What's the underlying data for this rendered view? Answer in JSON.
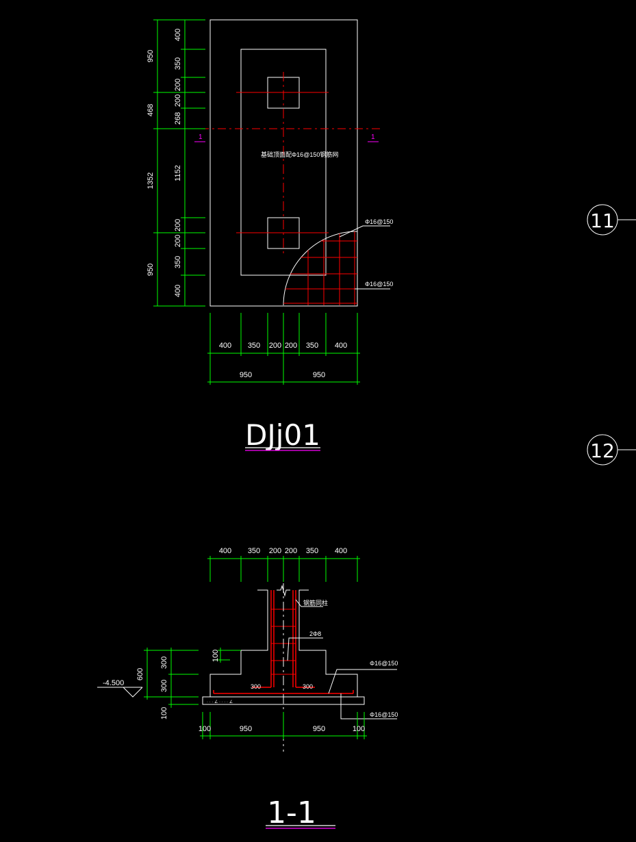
{
  "plan": {
    "title": "DJj01",
    "vertical_dims_outer": [
      "950",
      "468",
      "1352",
      "950"
    ],
    "vertical_dims_inner": [
      "400",
      "350",
      "200",
      "200",
      "268",
      "1152",
      "200",
      "200",
      "350",
      "400"
    ],
    "horizontal_dims_inner": [
      "400",
      "350",
      "200",
      "200",
      "350",
      "400"
    ],
    "horizontal_dims_outer": [
      "950",
      "950"
    ],
    "section_mark": "1",
    "note": "基础顶面配Φ16@150钢筋网",
    "rebar_label_top": "Φ16@150",
    "rebar_label_bottom": "Φ16@150"
  },
  "section": {
    "title": "1-1",
    "top_dims": [
      "400",
      "350",
      "200",
      "200",
      "350",
      "400"
    ],
    "bottom_dims": [
      "100",
      "950",
      "950",
      "100"
    ],
    "left_dims": [
      "300",
      "300",
      "100",
      "600",
      "100"
    ],
    "elevation": "-4.500",
    "column_rebar_label": "钢筋同柱",
    "stirrup_label": "2Φ8",
    "anchor_left": "300",
    "anchor_right": "300",
    "rebar_label_top": "Φ16@150",
    "rebar_label_bottom": "Φ16@150"
  },
  "axes": [
    {
      "label": "11"
    },
    {
      "label": "12"
    }
  ],
  "colors": {
    "outline": "#ffffff",
    "dimension": "#00ff00",
    "rebar": "#ff0000",
    "section_mark": "#ff00ff"
  }
}
